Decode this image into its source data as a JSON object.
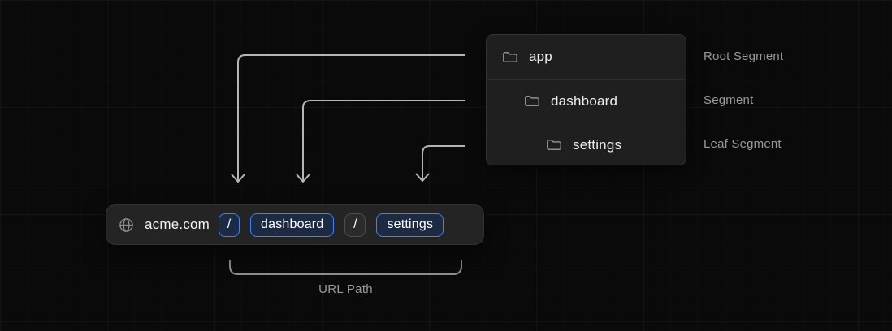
{
  "colors": {
    "background": "#0a0a0a",
    "panel_bg": "#1f1f1f",
    "divider": "#2e2e2e",
    "text_primary": "#ededed",
    "text_muted": "#9a9a9a",
    "arrow": "#b5b5b5",
    "bracket": "#8f8f8f",
    "accent_blue": "#3f83f8",
    "chip_blue_fill": "#1d2a44",
    "chip_gray_border": "#4d4d4d",
    "icon_gray": "#8f8f8f"
  },
  "folder_panel": {
    "rows": [
      {
        "icon": "folder-icon",
        "name": "app",
        "annotation": "Root Segment"
      },
      {
        "icon": "folder-icon",
        "name": "dashboard",
        "annotation": "Segment"
      },
      {
        "icon": "folder-icon",
        "name": "settings",
        "annotation": "Leaf Segment"
      }
    ]
  },
  "url_bar": {
    "icon": "globe-icon",
    "domain": "acme.com",
    "segments": [
      {
        "text": "/",
        "style": "blue"
      },
      {
        "text": "dashboard",
        "style": "blue"
      },
      {
        "text": "/",
        "style": "gray"
      },
      {
        "text": "settings",
        "style": "blue"
      }
    ]
  },
  "caption": {
    "url_path_label": "URL Path"
  }
}
